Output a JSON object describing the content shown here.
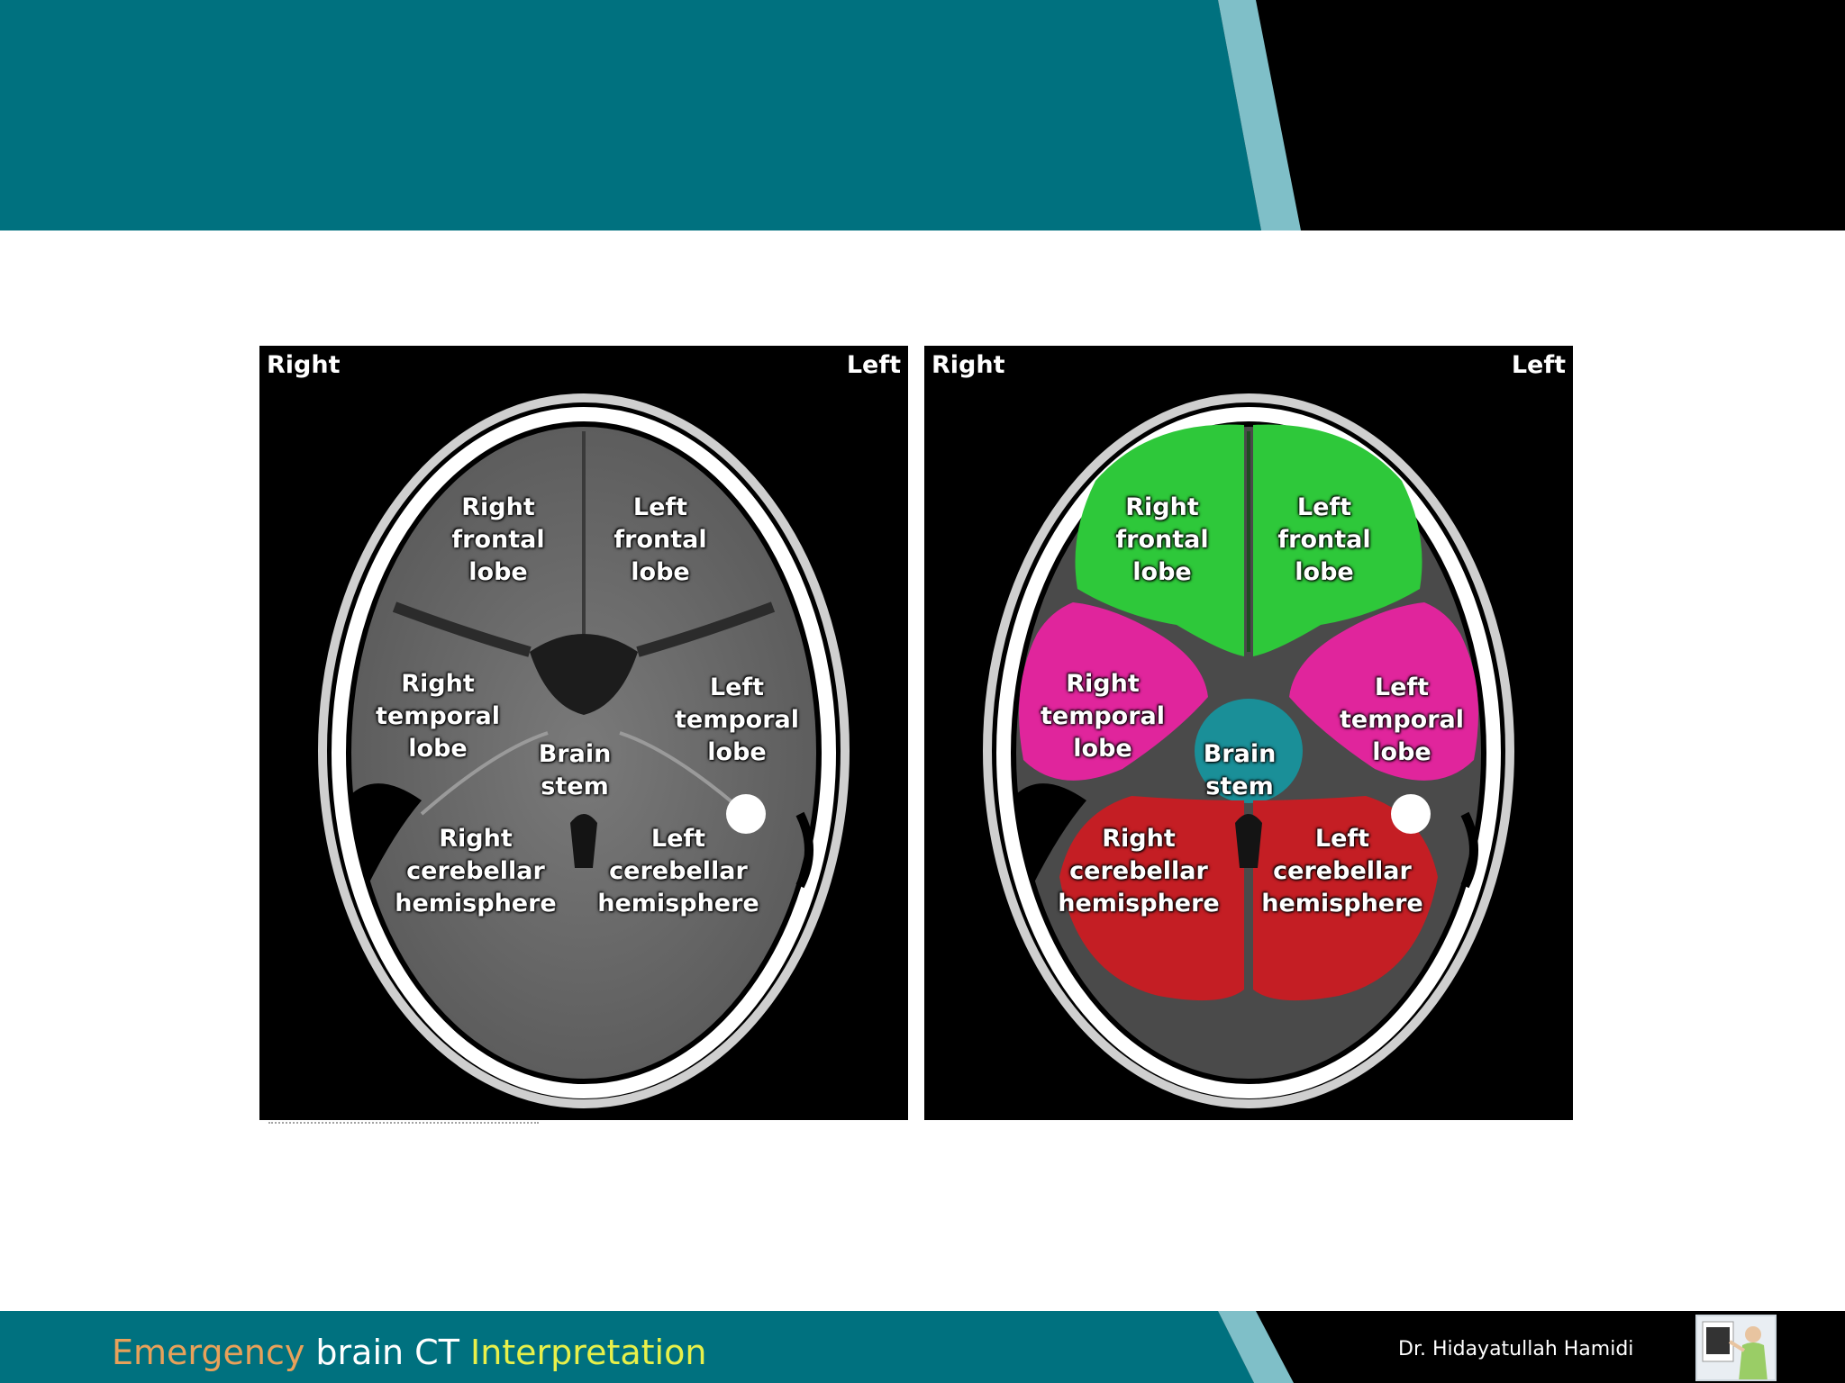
{
  "colors": {
    "teal": "#00717f",
    "light_teal_stripe": "#7fbfc8",
    "black": "#000000",
    "frontal": "#2ec83a",
    "temporal": "#e0259c",
    "brainstem": "#1a8f98",
    "cerebellar": "#c41e24",
    "footer_emergency": "#e8a15a",
    "footer_brain_ct": "#ffffff",
    "footer_interpretation": "#e8f04a"
  },
  "panels": {
    "plain": {
      "orientation_right": "Right",
      "orientation_left": "Left",
      "labels": {
        "right_frontal": "Right\nfrontal\nlobe",
        "left_frontal": "Left\nfrontal\nlobe",
        "right_temporal": "Right\ntemporal\nlobe",
        "left_temporal": "Left\ntemporal\nlobe",
        "brain_stem": "Brain\nstem",
        "right_cerebellar": "Right\ncerebellar\nhemisphere",
        "left_cerebellar": "Left\ncerebellar\nhemisphere"
      }
    },
    "colored": {
      "orientation_right": "Right",
      "orientation_left": "Left",
      "labels": {
        "right_frontal": "Right\nfrontal\nlobe",
        "left_frontal": "Left\nfrontal\nlobe",
        "right_temporal": "Right\ntemporal\nlobe",
        "left_temporal": "Left\ntemporal\nlobe",
        "brain_stem": "Brain\nstem",
        "right_cerebellar": "Right\ncerebellar\nhemisphere",
        "left_cerebellar": "Left\ncerebellar\nhemisphere"
      }
    }
  },
  "footer": {
    "title_part1": "Emergency",
    "title_part2": " brain CT ",
    "title_part3": "Interpretation",
    "author": "Dr. Hidayatullah Hamidi"
  }
}
